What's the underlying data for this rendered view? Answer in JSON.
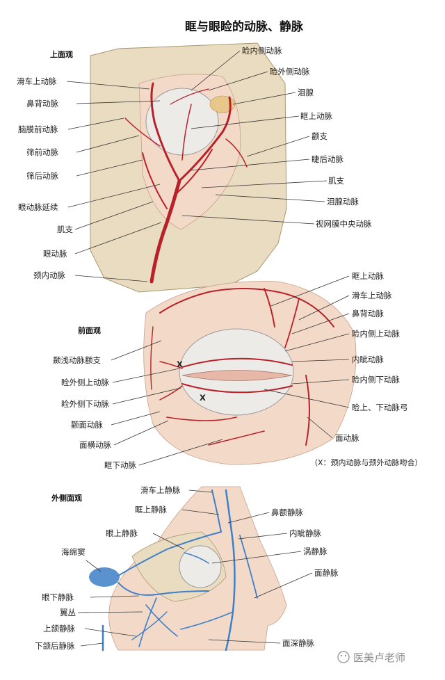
{
  "title": "眶与眼睑的动脉、静脉",
  "sections": {
    "top": "上面观",
    "front": "前面观",
    "lateral": "外侧面观"
  },
  "top_labels": {
    "left": [
      "滑车上动脉",
      "鼻背动脉",
      "脑膜前动脉",
      "筛前动脉",
      "筛后动脉",
      "眼动脉延续",
      "肌支",
      "眼动脉",
      "颈内动脉"
    ],
    "right": [
      "睑内侧动脉",
      "睑外侧动脉",
      "泪腺",
      "眶上动脉",
      "颧支",
      "睫后动脉",
      "肌支",
      "泪腺动脉",
      "视网膜中央动脉"
    ]
  },
  "front_labels": {
    "left": [
      "颞浅动脉额支",
      "睑外侧上动脉",
      "睑外侧下动脉",
      "颧面动脉",
      "面横动脉",
      "眶下动脉"
    ],
    "right": [
      "眶上动脉",
      "滑车上动脉",
      "鼻背动脉",
      "睑内侧上动脉",
      "内眦动脉",
      "睑内侧下动脉",
      "睑上、下动脉弓",
      "面动脉"
    ],
    "x_marks": [
      "X",
      "X"
    ],
    "note": "（X：颈内动脉与颈外动脉吻合）"
  },
  "lateral_labels": {
    "left": [
      "滑车上静脉",
      "眶上静脉",
      "眼上静脉",
      "海绵窦",
      "眼下静脉",
      "翼丛",
      "上颌静脉",
      "下颌后静脉"
    ],
    "right": [
      "鼻额静脉",
      "内眦静脉",
      "涡静脉",
      "面静脉",
      "面深静脉"
    ]
  },
  "watermark": "医美卢老师",
  "colors": {
    "artery": "#b8212a",
    "vein": "#3d7fc8",
    "bone": "#e9dcc0",
    "tissue": "#f3d9c8"
  }
}
